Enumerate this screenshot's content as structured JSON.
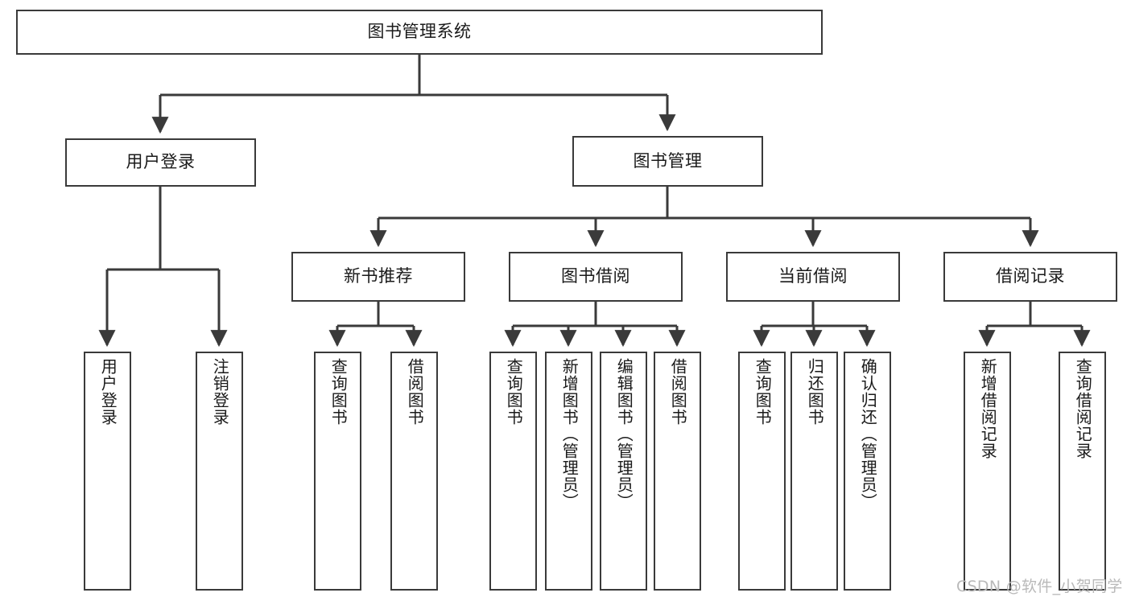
{
  "diagram": {
    "title": "图书管理系统",
    "type": "tree-hierarchy-chart",
    "root": {
      "id": "root",
      "label": "图书管理系统"
    },
    "level1": [
      {
        "id": "user-login",
        "label": "用户登录"
      },
      {
        "id": "book-management",
        "label": "图书管理"
      }
    ],
    "level2": [
      {
        "id": "new-book-recommend",
        "label": "新书推荐",
        "parent": "book-management"
      },
      {
        "id": "book-borrow",
        "label": "图书借阅",
        "parent": "book-management"
      },
      {
        "id": "current-borrow",
        "label": "当前借阅",
        "parent": "book-management"
      },
      {
        "id": "borrow-record",
        "label": "借阅记录",
        "parent": "book-management"
      }
    ],
    "leaves": {
      "user-login": [
        {
          "id": "leaf-user-login",
          "label": "用户登录"
        },
        {
          "id": "leaf-user-logout",
          "label": "注销登录"
        }
      ],
      "new-book-recommend": [
        {
          "id": "leaf-query-book-1",
          "label": "查询图书"
        },
        {
          "id": "leaf-borrow-book-1",
          "label": "借阅图书"
        }
      ],
      "book-borrow": [
        {
          "id": "leaf-query-book-2",
          "label": "查询图书"
        },
        {
          "id": "leaf-add-book",
          "label": "新增图书（管理员）"
        },
        {
          "id": "leaf-edit-book",
          "label": "编辑图书（管理员）"
        },
        {
          "id": "leaf-borrow-book-2",
          "label": "借阅图书"
        }
      ],
      "current-borrow": [
        {
          "id": "leaf-query-book-3",
          "label": "查询图书"
        },
        {
          "id": "leaf-return-book",
          "label": "归还图书"
        },
        {
          "id": "leaf-confirm-return",
          "label": "确认归还（管理员）"
        }
      ],
      "borrow-record": [
        {
          "id": "leaf-add-record",
          "label": "新增借阅记录"
        },
        {
          "id": "leaf-query-record",
          "label": "查询借阅记录"
        }
      ]
    },
    "colors": {
      "stroke": "#3a3a3a",
      "text": "#1a1a1a",
      "background": "#ffffff",
      "watermark": "#b9b9b9"
    }
  },
  "watermark": {
    "text": "CSDN @软件_小贺同学"
  }
}
